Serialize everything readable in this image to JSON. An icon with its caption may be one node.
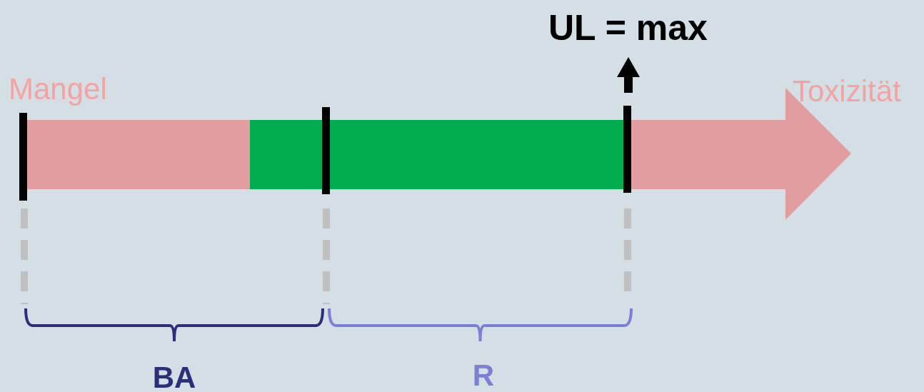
{
  "diagram": {
    "labels": [
      "UL = max",
      "Mangel",
      "Toxizität",
      "BA",
      "R"
    ]
  }
}
